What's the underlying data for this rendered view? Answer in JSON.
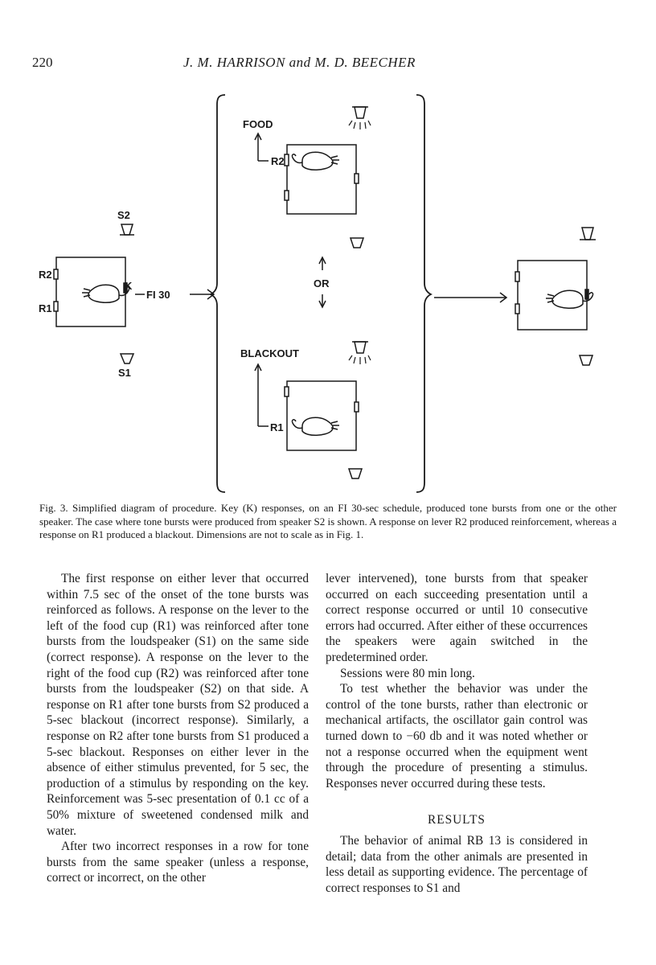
{
  "header": {
    "page_number": "220",
    "running_head": "J. M. HARRISON and M. D. BEECHER"
  },
  "figure": {
    "labels": {
      "food": "FOOD",
      "blackout": "BLACKOUT",
      "r2_top": "R2",
      "r1_bottom": "R1",
      "or": "OR",
      "s2": "S2",
      "s1": "S1",
      "left_r2": "R2",
      "left_r1": "R1",
      "key": "K",
      "fi30": "FI 30"
    },
    "caption_num": "Fig. 3.",
    "caption_text": " Simplified diagram of procedure. Key (K) responses, on an FI 30-sec schedule, produced tone bursts from one or the other speaker. The case where tone bursts were produced from speaker S2 is shown. A response on lever R2 produced reinforcement, whereas a response on R1 produced a blackout. Dimensions are not to scale as in Fig. 1."
  },
  "body": {
    "left": [
      "The first response on either lever that occurred within 7.5 sec of the onset of the tone bursts was reinforced as follows. A response on the lever to the left of the food cup (R1) was reinforced after tone bursts from the loudspeaker (S1) on the same side (correct response). A response on the lever to the right of the food cup (R2) was reinforced after tone bursts from the loudspeaker (S2) on that side. A response on R1 after tone bursts from S2 produced a 5-sec blackout (incorrect response). Similarly, a response on R2 after tone bursts from S1 produced a 5-sec blackout. Responses on either lever in the absence of either stimulus prevented, for 5 sec, the production of a stimulus by responding on the key. Reinforcement was 5-sec presentation of 0.1 cc of a 50% mixture of sweetened condensed milk and water.",
      "After two incorrect responses in a row for tone bursts from the same speaker (unless a response, correct or incorrect, on the other"
    ],
    "right": [
      "lever intervened), tone bursts from that speaker occurred on each succeeding presentation until a correct response occurred or until 10 consecutive errors had occurred. After either of these occurrences the speakers were again switched in the predetermined order.",
      "Sessions were 80 min long.",
      "To test whether the behavior was under the control of the tone bursts, rather than electronic or mechanical artifacts, the oscillator gain control was turned down to −60 db and it was noted whether or not a response occurred when the equipment went through the procedure of presenting a stimulus. Responses never occurred during these tests."
    ],
    "results_heading": "RESULTS",
    "results_text": "The behavior of animal RB 13 is considered in detail; data from the other animals are presented in less detail as supporting evidence. The percentage of correct responses to S1 and"
  }
}
